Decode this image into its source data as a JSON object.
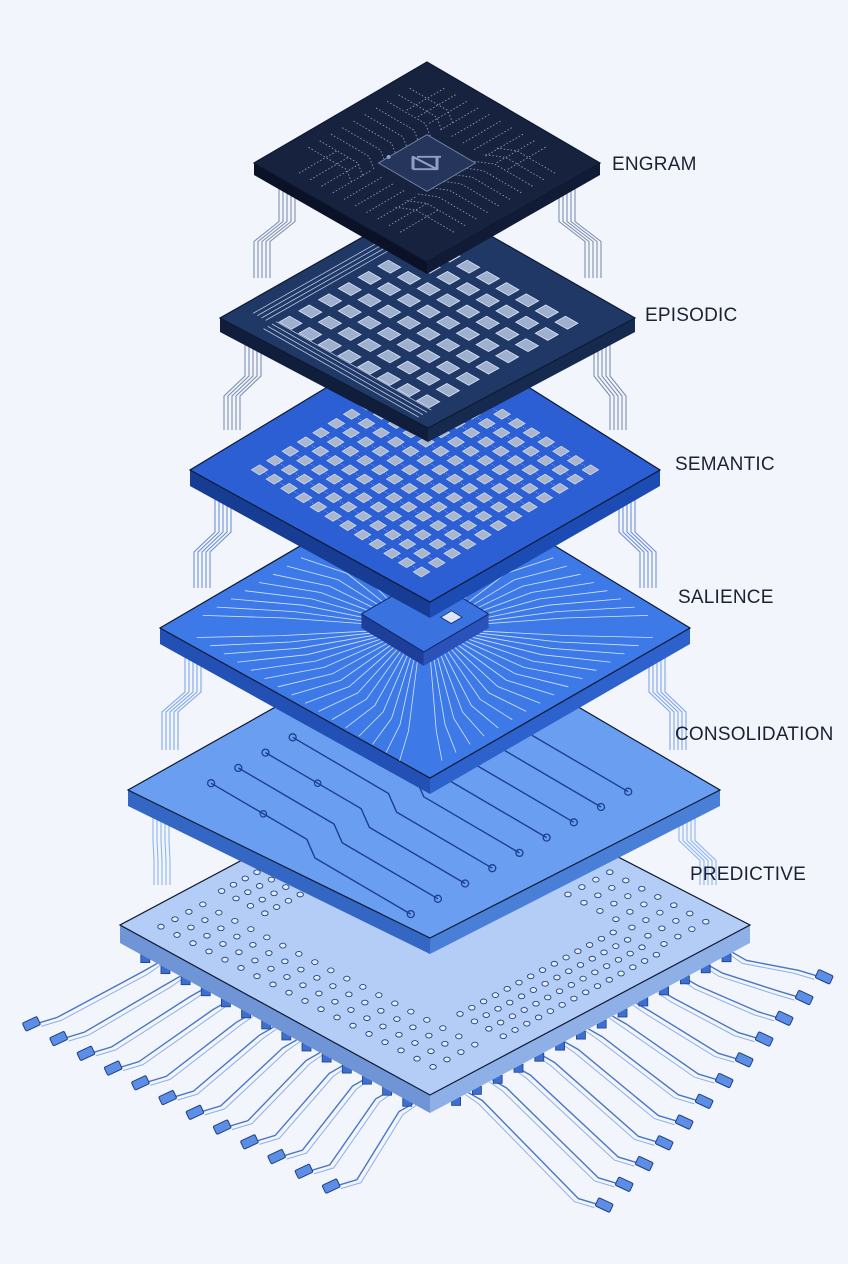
{
  "layers": [
    {
      "id": "engram",
      "label": "ENGRAM",
      "top_color": "#17223f",
      "side_dark": "#0b1228",
      "side_light": "#111b36",
      "line_color": "#8a97b8",
      "detail": "chip"
    },
    {
      "id": "episodic",
      "label": "EPISODIC",
      "top_color": "#1f3866",
      "side_dark": "#101e3c",
      "side_light": "#162a50",
      "line_color": "#b8c6e2",
      "detail": "grid"
    },
    {
      "id": "semantic",
      "label": "SEMANTIC",
      "top_color": "#2c5fd4",
      "side_dark": "#163c94",
      "side_light": "#1d4bb4",
      "line_color": "#c6d6ff",
      "detail": "dense"
    },
    {
      "id": "salience",
      "label": "SALIENCE",
      "top_color": "#3d7ae8",
      "side_dark": "#2350b4",
      "side_light": "#2d62cc",
      "line_color": "#d6e4ff",
      "detail": "fanout"
    },
    {
      "id": "consolidation",
      "label": "CONSOLIDATION",
      "top_color": "#6a9ef0",
      "side_dark": "#3466c4",
      "side_light": "#4a7fd8",
      "line_color": "#1c3f8f",
      "detail": "traces"
    },
    {
      "id": "predictive",
      "label": "PREDICTIVE",
      "top_color": "#b3cdf6",
      "side_dark": "#6f95d6",
      "side_light": "#8fb0e6",
      "line_color": "#1e3f86",
      "detail": "vias"
    }
  ],
  "colors": {
    "background": "#f2f5fb",
    "label": "#1a2233",
    "connector": "#3a6fd8"
  },
  "icons": {
    "chip_logo": "n-logo-icon"
  }
}
